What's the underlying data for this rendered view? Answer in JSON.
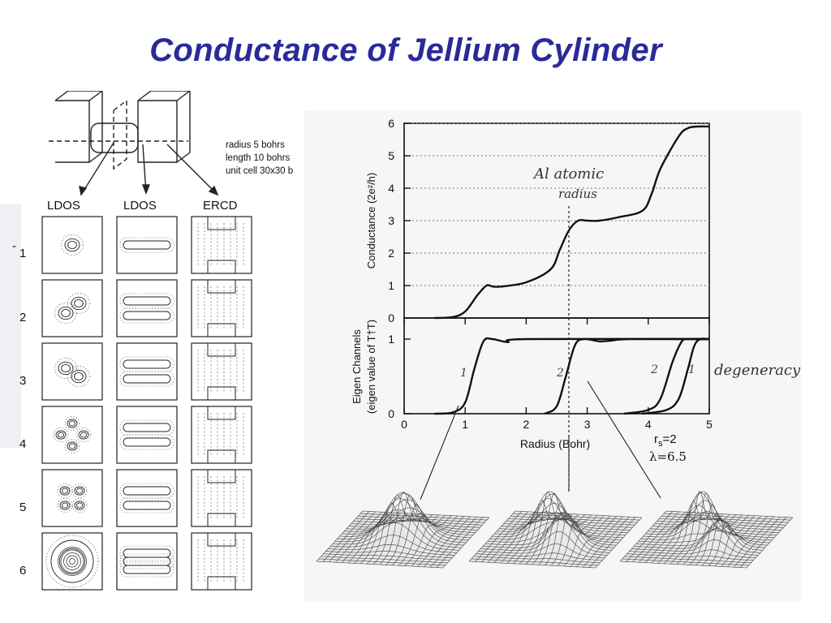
{
  "slide": {
    "title": "Conductance of Jellium Cylinder"
  },
  "left_panel": {
    "params": [
      "radius  5 bohrs",
      "length 10 bohrs",
      "unit cell 30x30 b"
    ],
    "column_labels": [
      "LDOS",
      "LDOS",
      "ERCD"
    ],
    "row_labels": [
      "1",
      "2",
      "3",
      "4",
      "5",
      "6"
    ]
  },
  "right_panel": {
    "annotation_atomic": "Al atomic",
    "annotation_radius": "radius",
    "degeneracy_label": "degeneracy",
    "rs_label": "r",
    "rs_sub": "s",
    "rs_value": "=2",
    "lambda_label": "λ=6.5",
    "channel_marks": [
      "1",
      "2",
      "2",
      "1"
    ]
  },
  "chart_data": [
    {
      "type": "line",
      "title": "",
      "xlabel": "Radius (Bohr)",
      "ylabel": "Conductance (2e²/h)",
      "xlim": [
        0,
        5
      ],
      "ylim": [
        0,
        6
      ],
      "yticks": [
        "0",
        "1",
        "2",
        "3",
        "4",
        "5",
        "6"
      ],
      "grid": "horizontal dotted",
      "series": [
        {
          "x": [
            0.5,
            0.8,
            1.0,
            1.2,
            1.35,
            1.45,
            1.6,
            2.0,
            2.4,
            2.55,
            2.7,
            2.85,
            3.0,
            3.2,
            3.5,
            3.9,
            4.05,
            4.2,
            4.5,
            4.65,
            4.8,
            5.0
          ],
          "values": [
            0.0,
            0.03,
            0.2,
            0.7,
            1.0,
            0.97,
            0.97,
            1.1,
            1.5,
            2.1,
            2.7,
            3.0,
            3.0,
            3.0,
            3.1,
            3.3,
            3.8,
            4.6,
            5.6,
            5.85,
            5.9,
            5.9
          ]
        }
      ]
    },
    {
      "type": "line",
      "title": "",
      "xlabel": "Radius (Bohr)",
      "ylabel": "Eigen Channels (eigen value of T†T)",
      "xlim": [
        0,
        5
      ],
      "ylim": [
        0,
        1
      ],
      "xticks": [
        "0",
        "1",
        "2",
        "3",
        "4",
        "5"
      ],
      "yticks": [
        "0",
        "1"
      ],
      "series": [
        {
          "x": [
            0.5,
            0.8,
            1.0,
            1.15,
            1.3,
            1.45,
            1.7,
            2.0,
            5.0
          ],
          "values": [
            0.0,
            0.02,
            0.15,
            0.6,
            0.97,
            1.0,
            0.96,
            1.0,
            1.0
          ]
        },
        {
          "x": [
            2.3,
            2.5,
            2.65,
            2.8,
            2.95,
            3.2,
            3.4,
            3.7,
            5.0
          ],
          "values": [
            0.0,
            0.1,
            0.5,
            0.92,
            1.0,
            0.97,
            0.98,
            1.0,
            1.0
          ]
        },
        {
          "x": [
            3.6,
            4.0,
            4.2,
            4.4,
            4.55,
            4.65,
            4.8,
            5.0
          ],
          "values": [
            0.0,
            0.05,
            0.2,
            0.7,
            0.97,
            1.0,
            1.0,
            1.0
          ]
        },
        {
          "x": [
            3.9,
            4.3,
            4.5,
            4.65,
            4.75,
            4.85,
            5.0
          ],
          "values": [
            0.0,
            0.05,
            0.2,
            0.6,
            0.9,
            1.0,
            1.0
          ]
        }
      ]
    }
  ]
}
